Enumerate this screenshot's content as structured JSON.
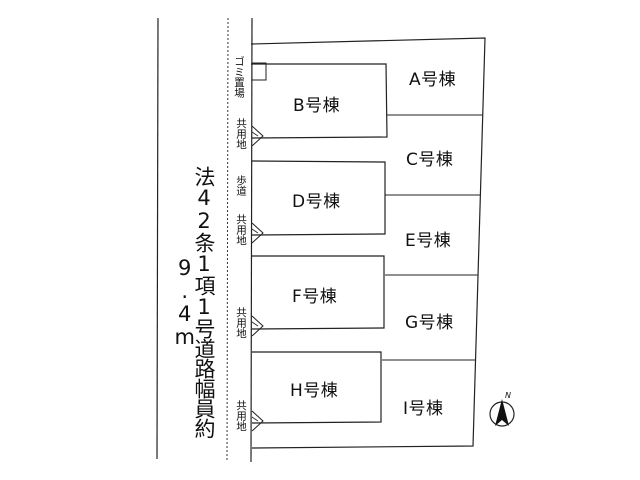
{
  "road": {
    "label": "法42条1項1号道路幅員約9.4m"
  },
  "labels": {
    "garbage": "ゴミ置場",
    "sidewalk": "歩道",
    "common_1": "共用地",
    "common_2": "共用地",
    "common_3": "共用地",
    "common_4": "共用地"
  },
  "buildings": {
    "A": "A号棟",
    "B": "B号棟",
    "C": "C号棟",
    "D": "D号棟",
    "E": "E号棟",
    "F": "F号棟",
    "G": "G号棟",
    "H": "H号棟",
    "I": "I号棟"
  },
  "compass": {
    "north_label": "N"
  },
  "colors": {
    "line": "#222222",
    "background": "#ffffff"
  }
}
